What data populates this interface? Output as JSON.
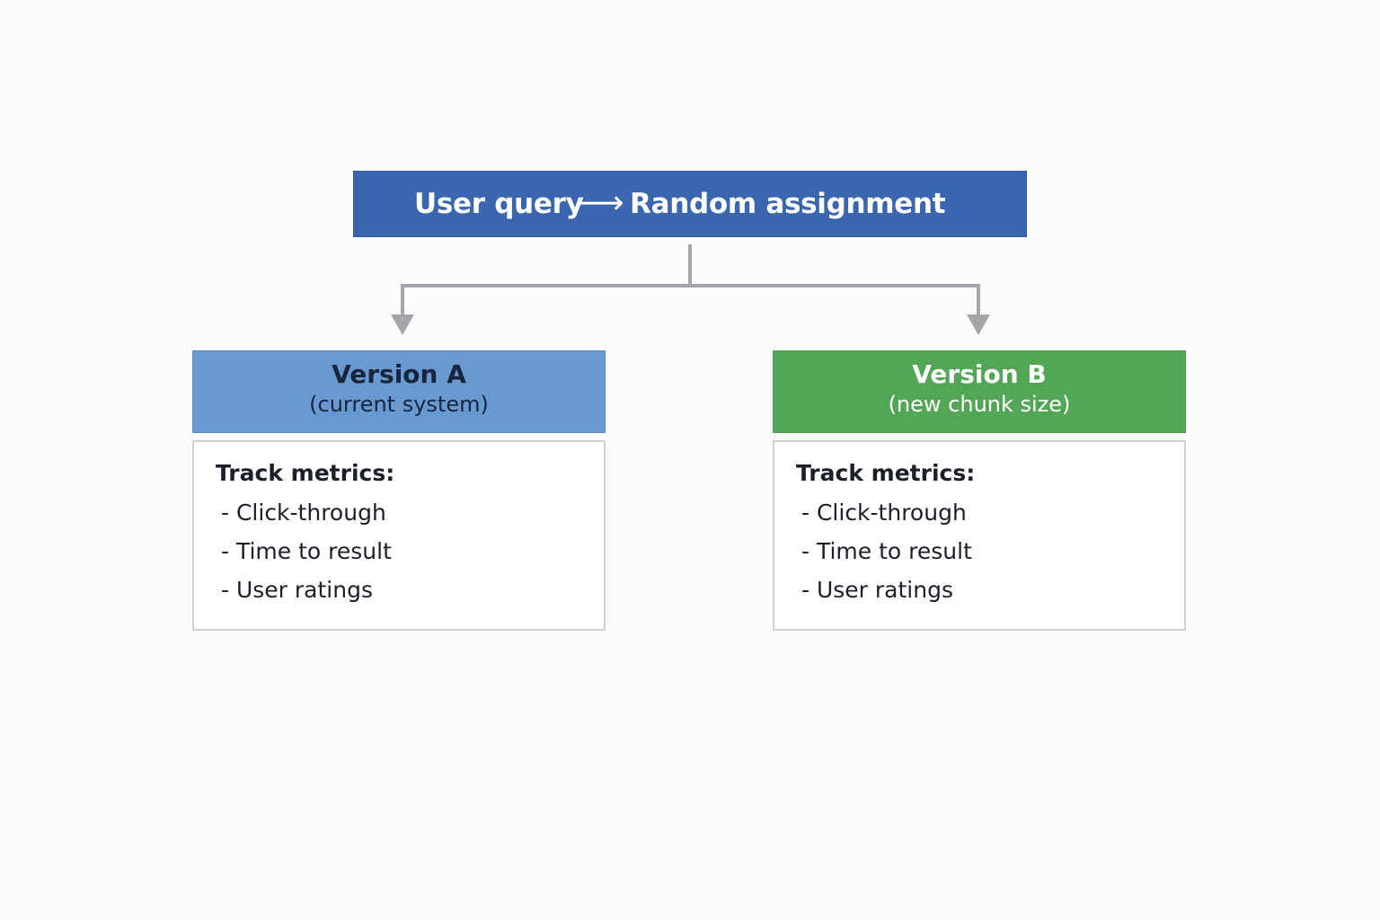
{
  "diagram": {
    "top": {
      "left_text": "User query",
      "arrow": "⟶",
      "right_text": "Random assignment"
    },
    "versions": [
      {
        "title": "Version A",
        "subtitle": "(current system)",
        "metrics_title": "Track metrics:",
        "metrics": [
          "- Click-through",
          "- Time to result",
          "- User ratings"
        ]
      },
      {
        "title": "Version B",
        "subtitle": "(new chunk size)",
        "metrics_title": "Track metrics:",
        "metrics": [
          "- Click-through",
          "- Time to result",
          "- User ratings"
        ]
      }
    ]
  },
  "colors": {
    "top_box": "#3a66b0",
    "version_a": "#6899d1",
    "version_b": "#54a657",
    "connector": "#a3a5aa",
    "metric_border": "#cfd0d4"
  }
}
